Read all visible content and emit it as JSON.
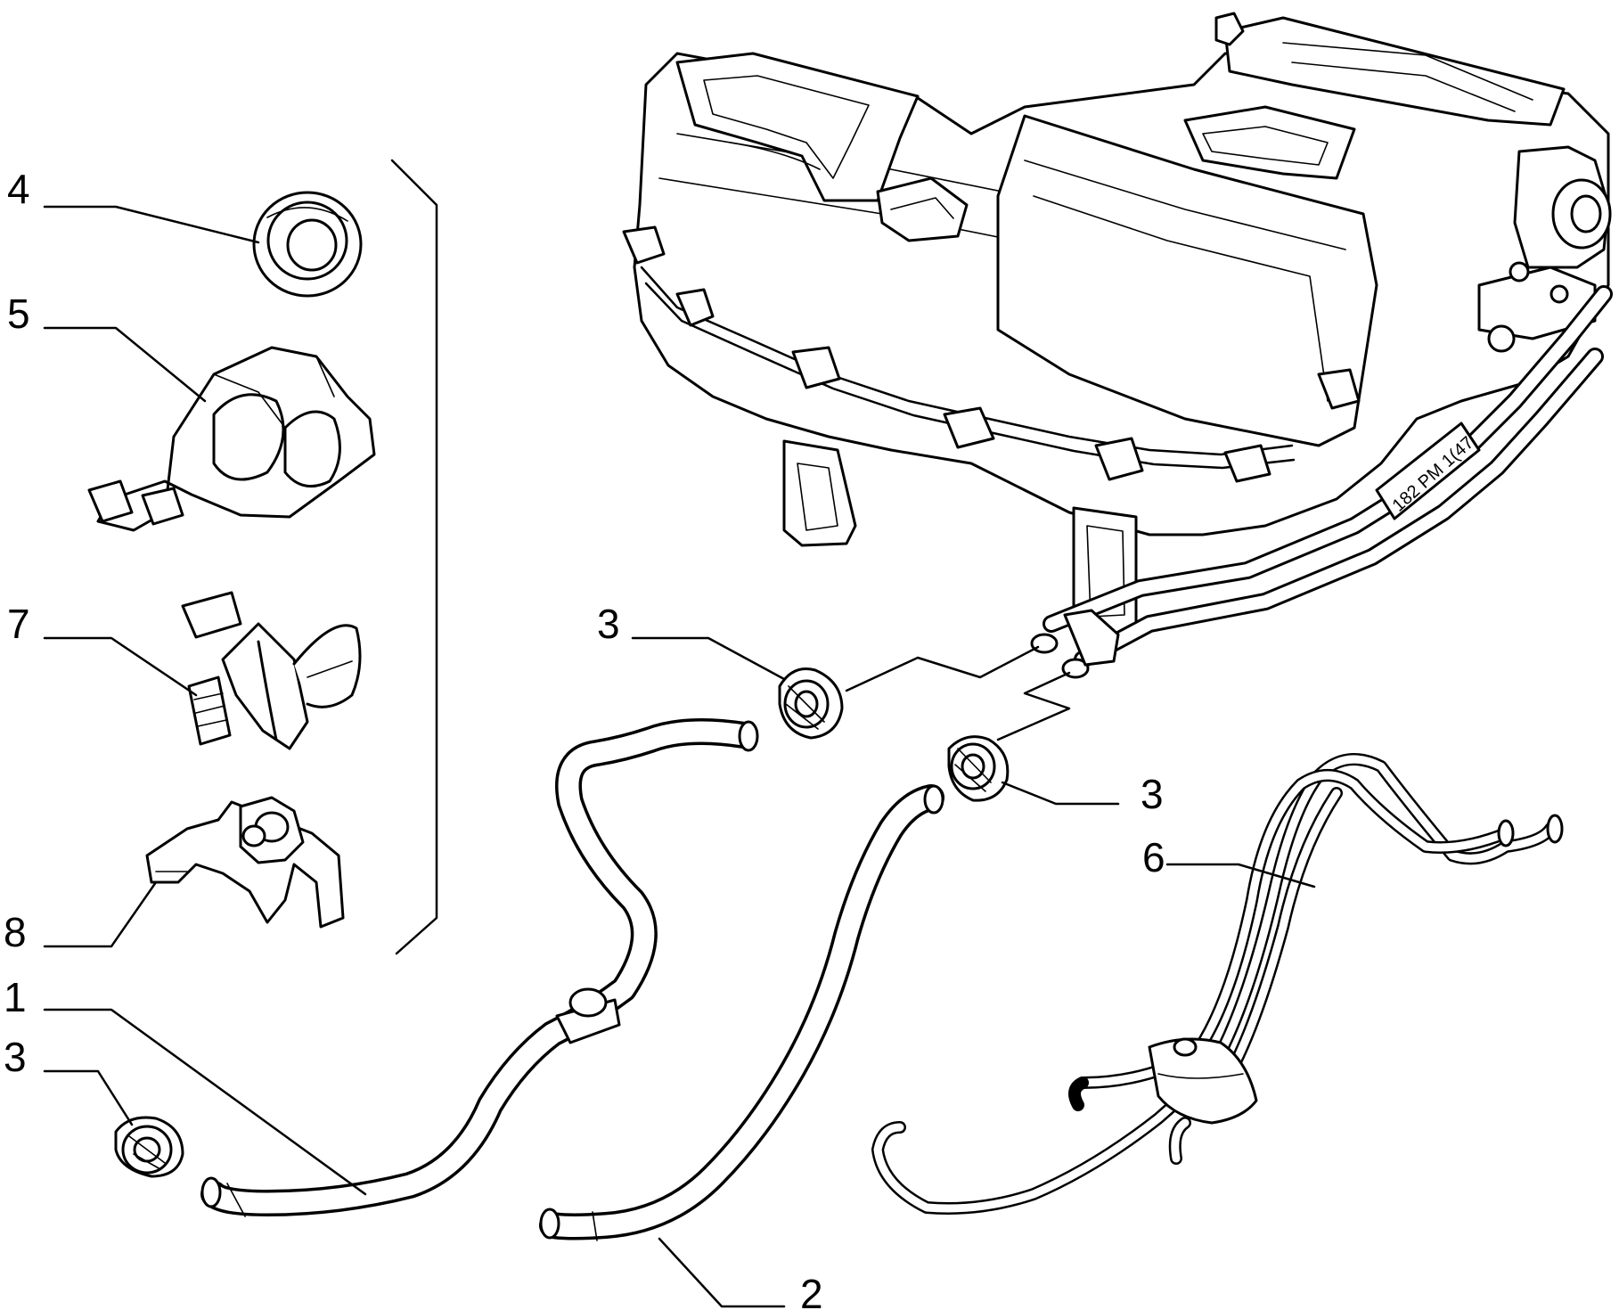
{
  "diagram": {
    "callouts": {
      "c4": "4",
      "c5": "5",
      "c7": "7",
      "c8": "8",
      "c1": "1",
      "c3_left": "3",
      "c3_top": "3",
      "c3_right": "3",
      "c6": "6",
      "c2": "2"
    },
    "stamp": "182 PM 1(47"
  }
}
